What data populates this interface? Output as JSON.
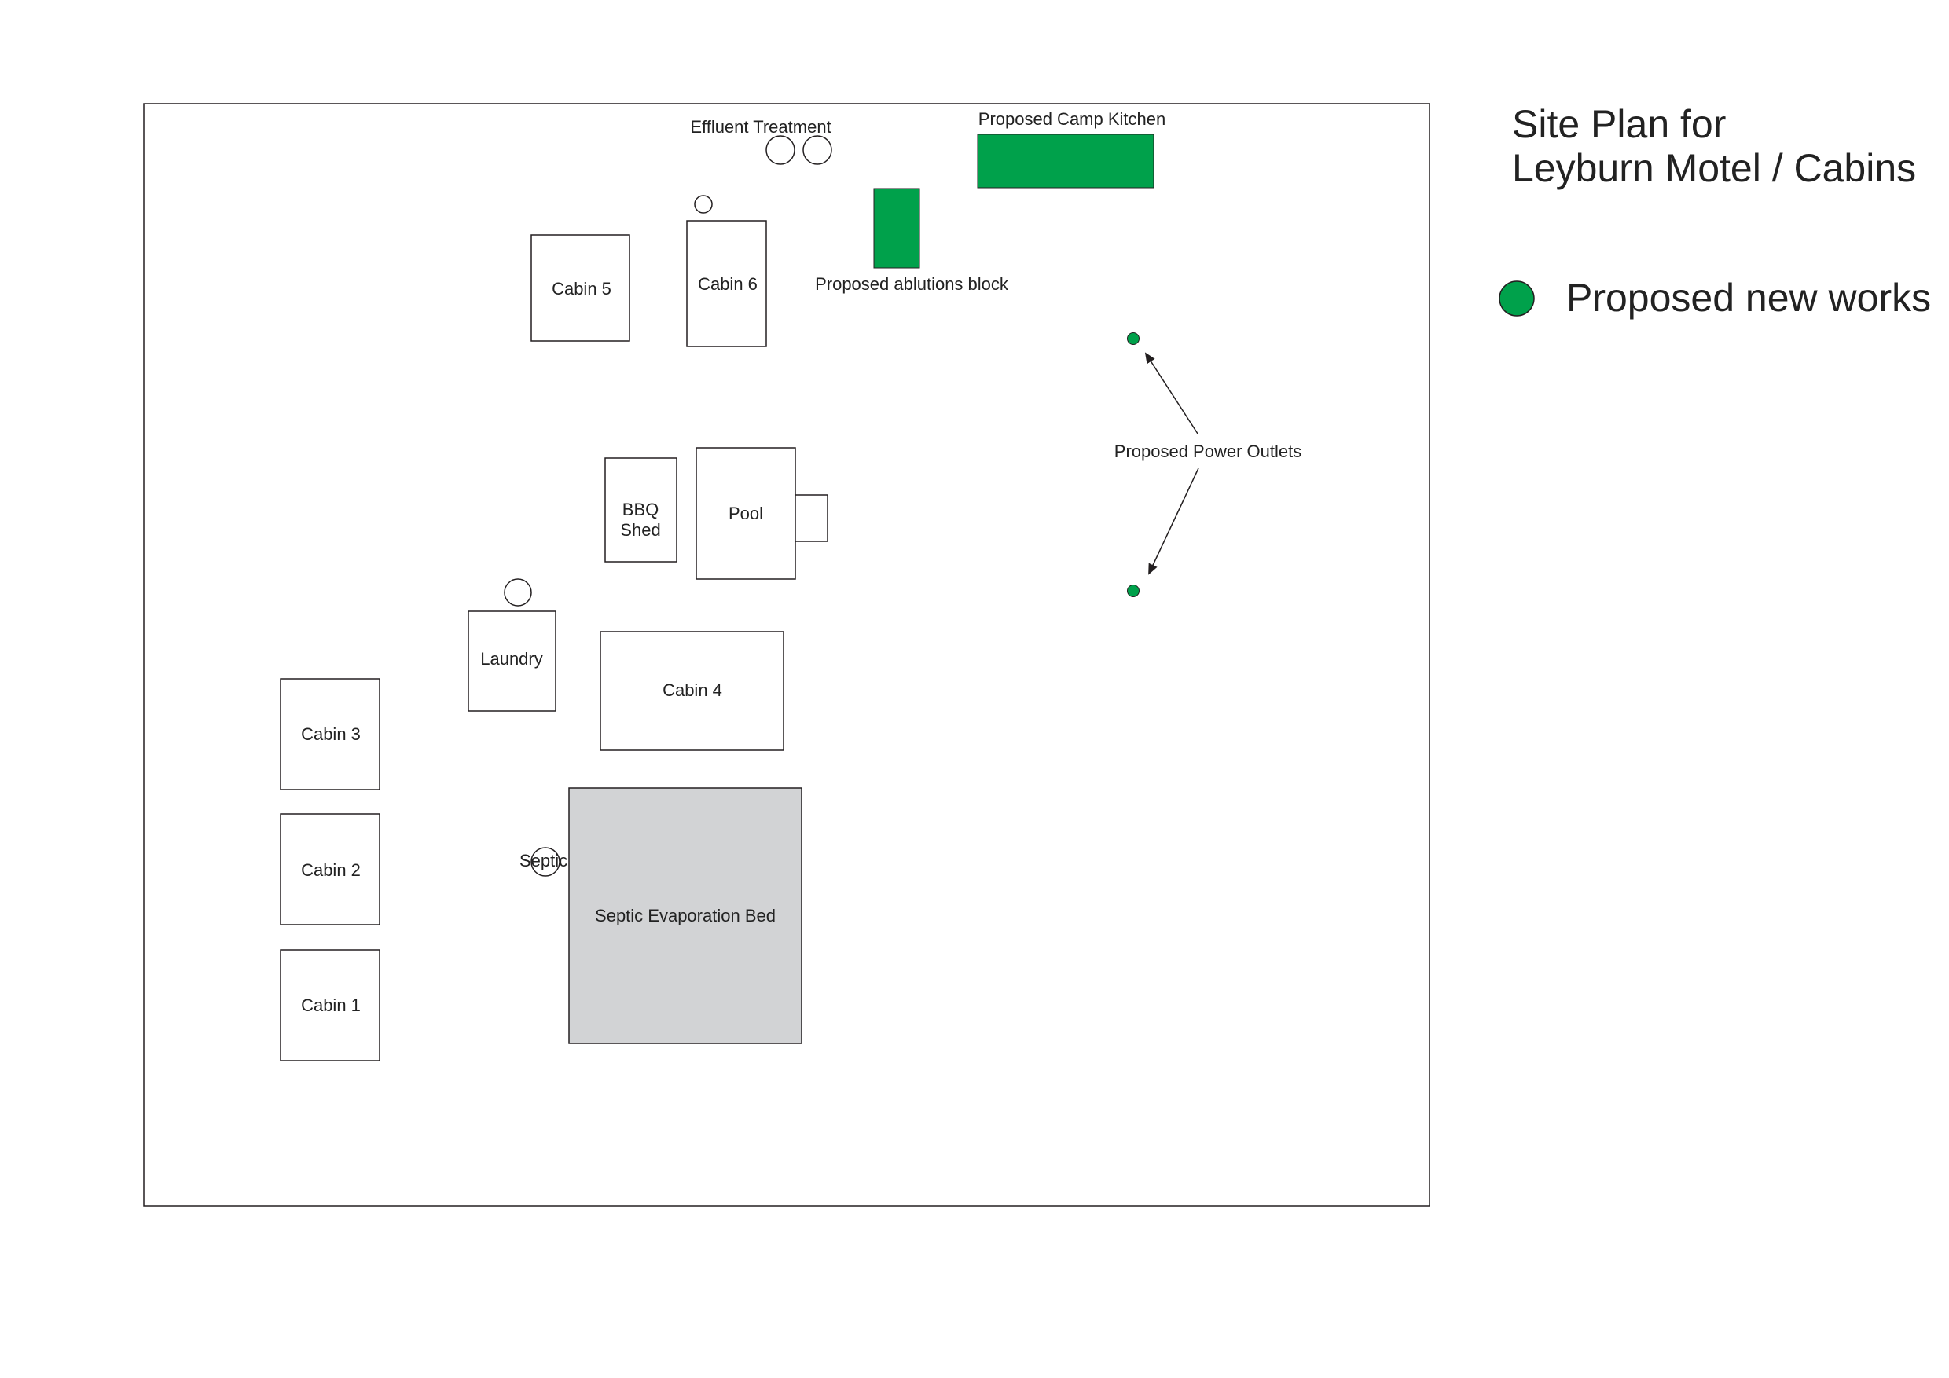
{
  "title": {
    "line1": "Site Plan for",
    "line2": "Leyburn Motel / Cabins"
  },
  "legend": {
    "label": "Proposed new works",
    "color": "#00a14b"
  },
  "colors": {
    "proposed": "#00a14b",
    "existing_fill": "#ffffff",
    "septic_bed_fill": "#d2d3d5",
    "outline": "#231f20"
  },
  "labels": {
    "effluent_treatment": "Effluent Treatment",
    "camp_kitchen": "Proposed Camp Kitchen",
    "ablutions": "Proposed ablutions block",
    "cabin5": "Cabin 5",
    "cabin6": "Cabin 6",
    "power_outlets": "Proposed Power Outlets",
    "bbq_shed_line1": "BBQ",
    "bbq_shed_line2": "Shed",
    "pool": "Pool",
    "laundry": "Laundry",
    "cabin4": "Cabin 4",
    "cabin3": "Cabin 3",
    "cabin2": "Cabin 2",
    "cabin1": "Cabin 1",
    "septic": "Septic",
    "septic_bed": "Septic Evaporation Bed"
  }
}
